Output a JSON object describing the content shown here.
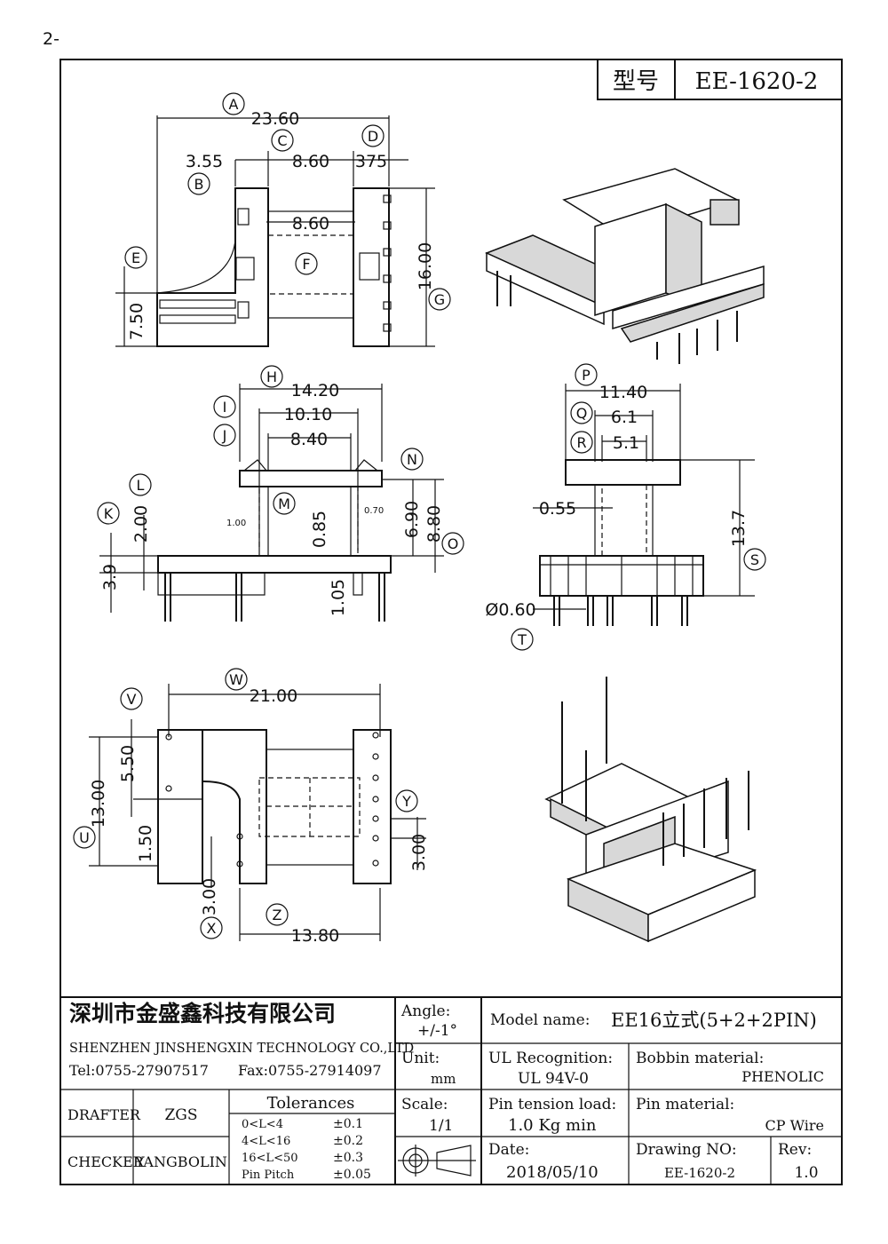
{
  "page_label": "2-",
  "header": {
    "model_label": "型号",
    "model_value": "EE-1620-2"
  },
  "dims": {
    "A": "23.60",
    "B": "3.55",
    "C": "8.60",
    "D": "375",
    "E": "7.50",
    "F_inner": "8.60",
    "G": "16.00",
    "H": "14.20",
    "I": "10.10",
    "J": "8.40",
    "K": "3.9",
    "L": "2.00",
    "M_small_left": "1.00",
    "M": "0.85",
    "M_small_right": "0.70",
    "N": "6.90",
    "O": "8.80",
    "bottom": "1.05",
    "P": "11.40",
    "Q": "6.1",
    "R": "5.1",
    "S": "13.7",
    "gap": "0.55",
    "T": "Ø0.60",
    "W": "21.00",
    "V": "5.50",
    "U": "13.00",
    "U2": "1.50",
    "X": "3.00",
    "Y": "3.00",
    "Z": "13.80"
  },
  "callouts": [
    "A",
    "B",
    "C",
    "D",
    "E",
    "F",
    "G",
    "H",
    "I",
    "J",
    "K",
    "L",
    "M",
    "N",
    "O",
    "P",
    "Q",
    "R",
    "S",
    "T",
    "U",
    "V",
    "W",
    "X",
    "Y",
    "Z"
  ],
  "title_block": {
    "company_cn": "深圳市金盛鑫科技有限公司",
    "company_en": "SHENZHEN JINSHENGXIN TECHNOLOGY CO.,LTD",
    "tel": "Tel:0755-27907517",
    "fax": "Fax:0755-27914097",
    "angle_label": "Angle:",
    "angle_value": "+/-1°",
    "model_name_label": "Model name:",
    "model_name_value": "EE16立式(5+2+2PIN)",
    "unit_label": "Unit:",
    "unit_value": "mm",
    "ul_label": "UL Recognition:",
    "ul_value": "UL 94V-0",
    "bobbin_label": "Bobbin material:",
    "bobbin_value": "PHENOLIC",
    "drafter_label": "DRAFTER",
    "drafter_value": "ZGS",
    "tolerances_label": "Tolerances",
    "tol_rows": [
      {
        "range": "0<L<4",
        "value": "±0.1"
      },
      {
        "range": "4<L<16",
        "value": "±0.2"
      },
      {
        "range": "16<L<50",
        "value": "±0.3"
      },
      {
        "range": "Pin Pitch",
        "value": "±0.05"
      }
    ],
    "scale_label": "Scale:",
    "scale_value": "1/1",
    "pin_tension_label": "Pin tension load:",
    "pin_tension_value": "1.0 Kg min",
    "pin_material_label": "Pin material:",
    "pin_material_value": "CP Wire",
    "checker_label": "CHECKER",
    "checker_value": "YANGBOLIN",
    "date_label": "Date:",
    "date_value": "2018/05/10",
    "drawing_no_label": "Drawing NO:",
    "drawing_no_value": "EE-1620-2",
    "rev_label": "Rev:",
    "rev_value": "1.0"
  }
}
